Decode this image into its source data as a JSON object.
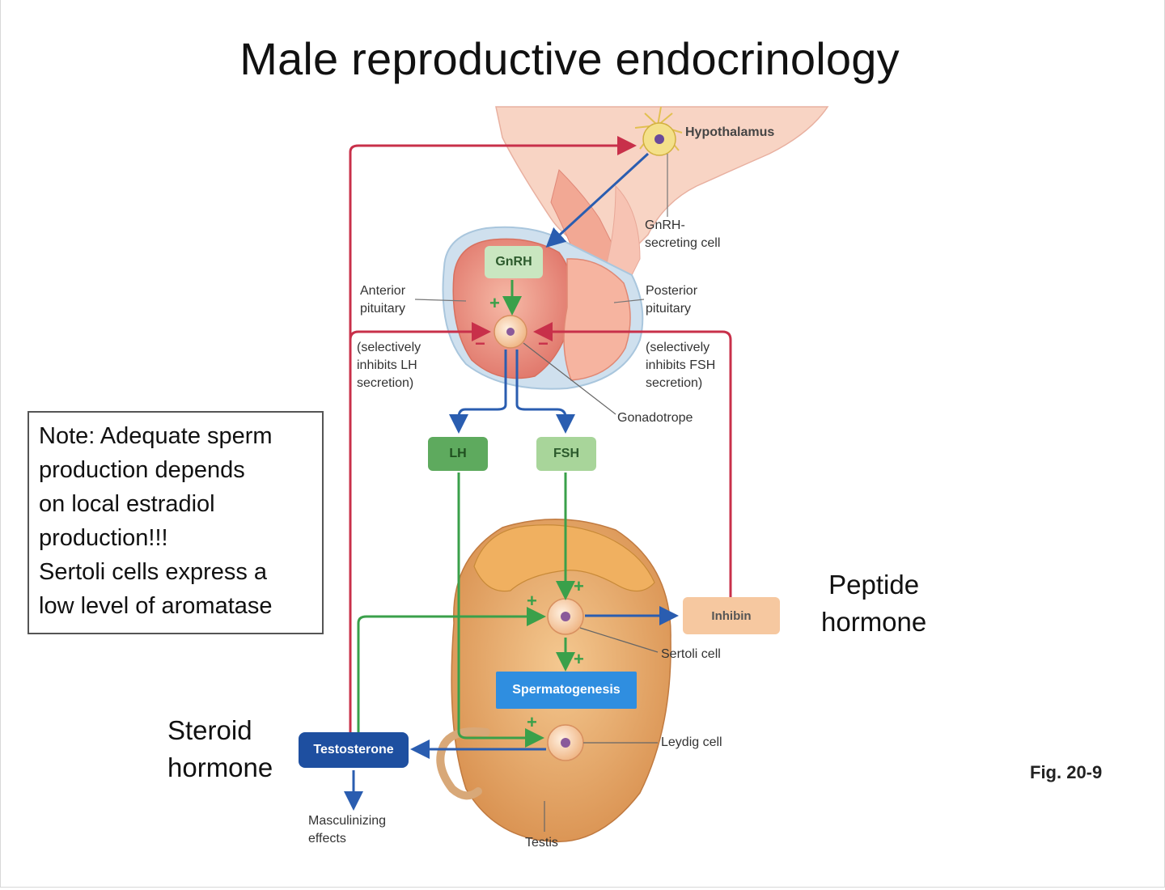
{
  "slide": {
    "title": "Male reproductive endocrinology",
    "note_lines": [
      "Note: Adequate sperm",
      "production depends",
      "on local estradiol",
      "production!!!",
      "Sertoli cells express a",
      "low level of aromatase"
    ],
    "peptide_label": [
      "Peptide",
      "hormone"
    ],
    "steroid_label": [
      "Steroid",
      "hormone"
    ],
    "fig_label": "Fig. 20-9"
  },
  "diagram": {
    "hormones": {
      "gnrh": "GnRH",
      "lh": "LH",
      "fsh": "FSH",
      "inhibin": "Inhibin",
      "testosterone": "Testosterone",
      "spermatogenesis": "Spermatogenesis"
    },
    "labels": {
      "hypothalamus": "Hypothalamus",
      "gnrh_cell": [
        "GnRH-",
        "secreting cell"
      ],
      "anterior_pituitary": [
        "Anterior",
        "pituitary"
      ],
      "posterior_pituitary": [
        "Posterior",
        "pituitary"
      ],
      "inhibits_lh": [
        "(selectively",
        "inhibits LH",
        "secretion)"
      ],
      "inhibits_fsh": [
        "(selectively",
        "inhibits FSH",
        "secretion)"
      ],
      "gonadotrope": "Gonadotrope",
      "sertoli": "Sertoli cell",
      "leydig": "Leydig cell",
      "masculinizing": [
        "Masculinizing",
        "effects"
      ],
      "testis": "Testis"
    },
    "signs": {
      "plus": "+",
      "minus": "−"
    },
    "colors": {
      "feedback": "#c8304a",
      "secretion": "#2a5db0",
      "stimulation": "#3aa04a",
      "tissue": "#f0a08a",
      "testis": "#e8a860"
    }
  }
}
